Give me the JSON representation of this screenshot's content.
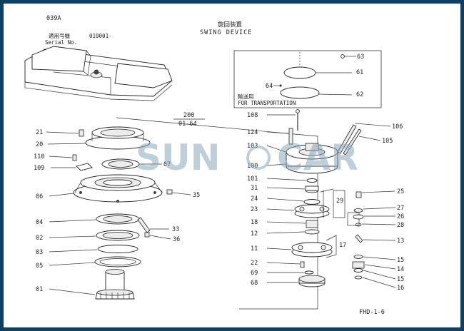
{
  "header": {
    "page_code": "039A",
    "title_jp": "旋回装置",
    "title_en": "SWING DEVICE",
    "serial_jp": "適用号機",
    "serial_en": "Serial No.",
    "serial_value": "010001-"
  },
  "transport_box": {
    "caption_jp": "輸送用",
    "caption_en": "FOR TRANSPORTATION",
    "labels": [
      "63",
      "61",
      "64",
      "62"
    ]
  },
  "assembly_ref": {
    "number": "200",
    "range": "01-64"
  },
  "left_labels": [
    "21",
    "20",
    "110",
    "109",
    "06",
    "04",
    "02",
    "03",
    "05",
    "01"
  ],
  "left_right_labels": [
    "07",
    "35",
    "33",
    "36"
  ],
  "right_left_labels": [
    "108",
    "124",
    "103",
    "100",
    "101",
    "31",
    "24",
    "23",
    "18",
    "12",
    "11",
    "22",
    "69",
    "68"
  ],
  "right_right_labels": [
    "106",
    "105",
    "25",
    "27",
    "26",
    "28",
    "13",
    "15",
    "14",
    "15",
    "16"
  ],
  "inner_labels": [
    "29",
    "17"
  ],
  "footer_code": "FHD-1-6",
  "watermark": {
    "part1": "SUN",
    "part2": "CAR"
  },
  "colors": {
    "frame": "#0f3f60",
    "watermark": "#8aa8bb",
    "line": "#333333"
  }
}
